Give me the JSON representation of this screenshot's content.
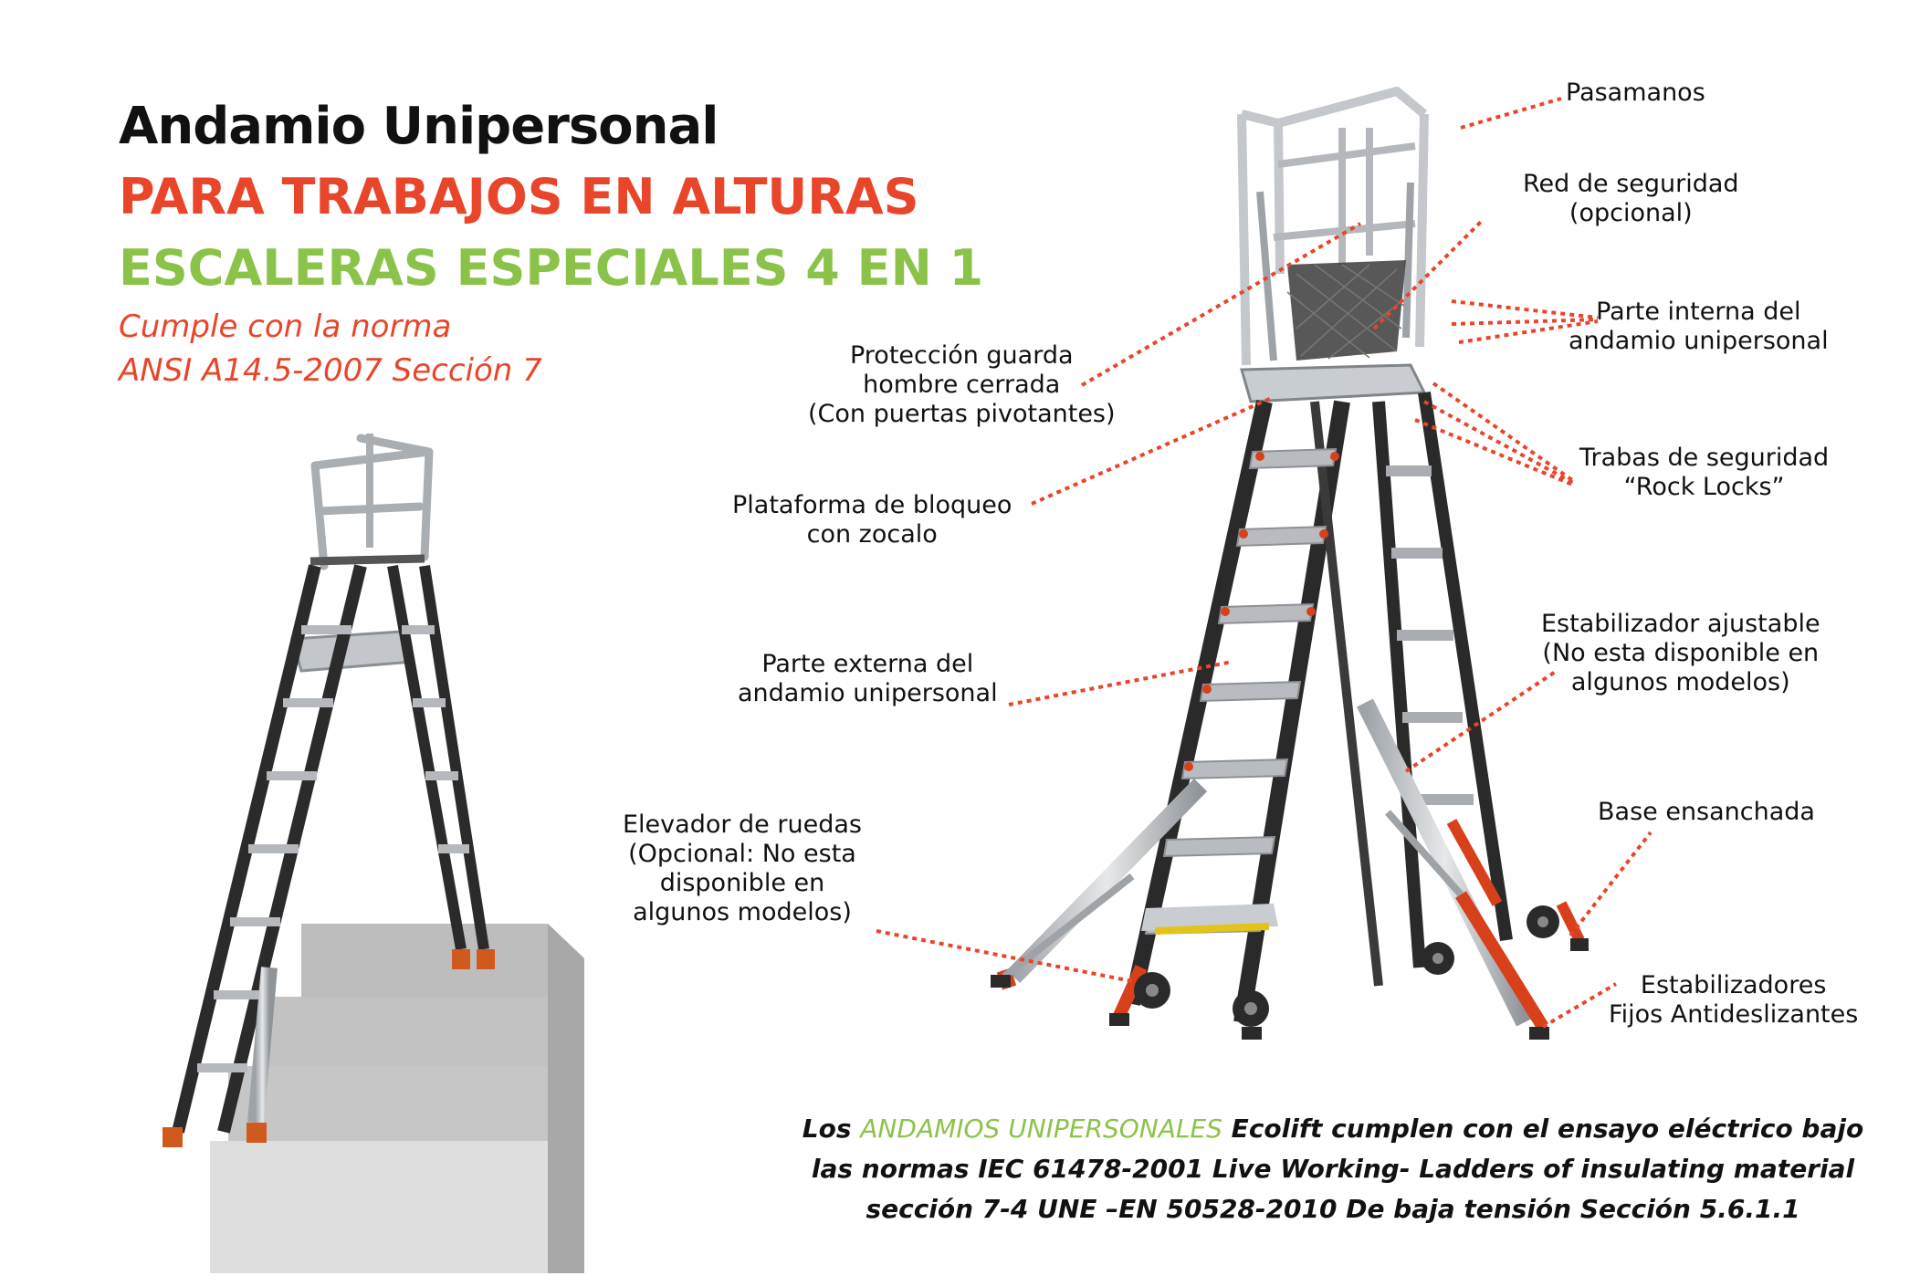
{
  "header": {
    "title": "Andamio Unipersonal",
    "subtitle1": "PARA TRABAJOS EN ALTURAS",
    "subtitle2": "ESCALERAS ESPECIALES 4 EN 1",
    "norm_line1": "Cumple con la norma",
    "norm_line2": "ANSI A14.5-2007 Sección 7"
  },
  "labels": {
    "pasamanos": [
      "Pasamanos"
    ],
    "red": [
      "Red de seguridad",
      "(opcional)"
    ],
    "parte_interna": [
      "Parte interna del",
      "andamio unipersonal"
    ],
    "proteccion": [
      "Protección guarda",
      "hombre cerrada",
      "(Con puertas pivotantes)"
    ],
    "plataforma": [
      "Plataforma de bloqueo",
      "con zocalo"
    ],
    "trabas": [
      "Trabas de seguridad",
      "“Rock Locks”"
    ],
    "estabilizador_ajustable": [
      "Estabilizador ajustable",
      "(No esta disponible en",
      "algunos modelos)"
    ],
    "parte_externa": [
      "Parte externa del",
      "andamio unipersonal"
    ],
    "elevador": [
      "Elevador de ruedas",
      "(Opcional: No esta",
      "disponible en",
      "algunos modelos)"
    ],
    "base": [
      "Base ensanchada"
    ],
    "estabilizadores_fijos": [
      "Estabilizadores",
      "Fijos Antideslizantes"
    ]
  },
  "footer": {
    "line1_pre": "Los ",
    "line1_highlight": "ANDAMIOS UNIPERSONALES",
    "line1_post": " Ecolift cumplen con el ensayo eléctrico bajo",
    "line2": "las normas IEC 61478-2001 Live Working- Ladders  of insulating material",
    "line3": "sección 7-4  UNE –EN 50528-2010 De baja tensión  Sección 5.6.1.1"
  },
  "colors": {
    "accent_red": "#e8452a",
    "accent_green": "#8bc34a",
    "leader": "#e8452a",
    "ladder_dark": "#2a2a2a",
    "metal": "#b8bcc0",
    "stair": "#c8c8c8"
  }
}
